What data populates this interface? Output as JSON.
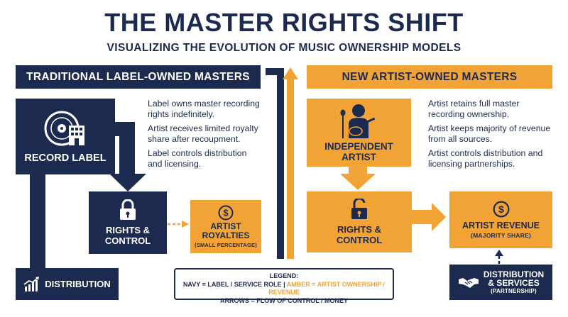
{
  "title": "THE MASTER RIGHTS SHIFT",
  "subtitle": "VISUALIZING THE EVOLUTION OF MUSIC OWNERSHIP MODELS",
  "colors": {
    "navy": "#1b2a4e",
    "amber": "#f2a336",
    "background": "#ffffff"
  },
  "left": {
    "header": "TRADITIONAL LABEL-OWNED MASTERS",
    "record_label": {
      "label": "RECORD LABEL",
      "icons": [
        "vinyl-record-icon",
        "office-building-icon"
      ]
    },
    "bullets": [
      "Label owns master recording rights indefinitely.",
      "Artist receives limited royalty share after recoupment.",
      "Label controls distribution and licensing."
    ],
    "rights": {
      "line1": "RIGHTS &",
      "line2": "CONTROL",
      "icon": "lock-closed-icon"
    },
    "royalties": {
      "line1": "ARTIST",
      "line2": "ROYALTIES",
      "note": "(SMALL PERCENTAGE)",
      "icon": "dollar-coin-icon"
    },
    "distribution": {
      "label": "DISTRIBUTION",
      "icon": "growth-chart-icon"
    }
  },
  "right": {
    "header": "NEW ARTIST-OWNED MASTERS",
    "artist": {
      "line1": "INDEPENDENT",
      "line2": "ARTIST",
      "icon": "guitarist-icon"
    },
    "bullets": [
      "Artist retains full master recording ownership.",
      "Artist keeps majority of revenue from all sources.",
      "Artist controls distribution and licensing partnerships."
    ],
    "rights": {
      "line1": "RIGHTS &",
      "line2": "CONTROL",
      "icon": "lock-open-icon"
    },
    "revenue": {
      "line1": "ARTIST REVENUE",
      "note": "(MAJORITY SHARE)",
      "icon": "dollar-coin-icon"
    },
    "distribution": {
      "line1": "DISTRIBUTION",
      "line2": "& SERVICES",
      "note": "(PARTNERSHIP)",
      "icon": "handshake-icon"
    }
  },
  "legend": {
    "title": "LEGEND:",
    "navy_text": "NAVY = LABEL / SERVICE ROLE",
    "separator": "|",
    "amber_text": "AMBER = ARTIST OWNERSHIP / REVENUE",
    "arrows_text": "ARROWS = FLOW OF CONTROL / MONEY"
  }
}
